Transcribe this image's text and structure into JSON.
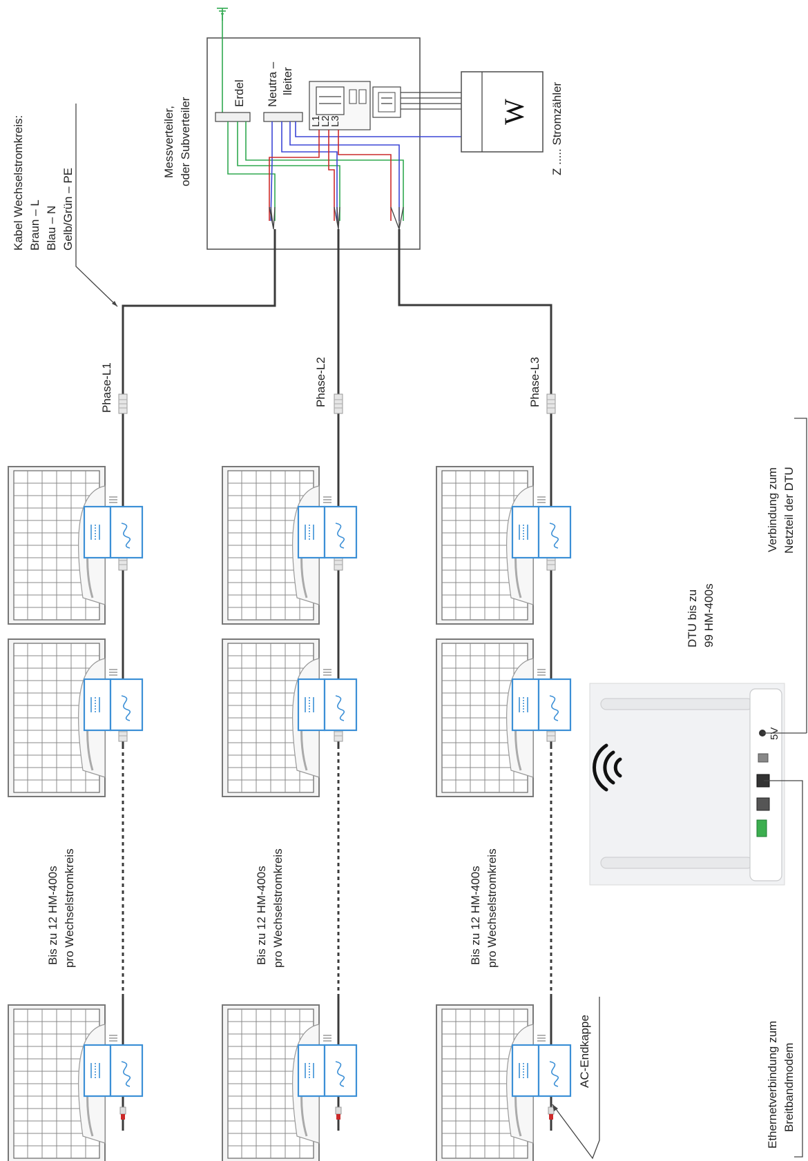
{
  "labels": {
    "cable_title": "Kabel Wechselstromkreis:",
    "cable_brown": "Braun – L",
    "cable_blue": "Blau – N",
    "cable_pe": "Gelb/Grün – PE",
    "distributor_1": "Messverteiler,",
    "distributor_2": "oder Subverteiler",
    "earth": "Erdel",
    "neutral_1": "Neutra –",
    "neutral_2": "lleiter",
    "meter_symbol": "W",
    "meter_label": "Z ..... Stromzähler",
    "phase_l1": "Phase-L1",
    "phase_l2": "Phase-L2",
    "phase_l3": "Phase-L3",
    "string_1": "Bis zu 12 HM-400s",
    "string_2": "pro Wechselstromkreis",
    "dtu_1": "DTU bis zu",
    "dtu_2": "99 HM-400s",
    "dtu_conn_1": "Verbindung zum",
    "dtu_conn_2": "Netzteil der DTU",
    "ethernet_1": "Ethernetverbindung zum",
    "ethernet_2": "Breitbandmodem",
    "ac_endcap": "AC-Endkappe",
    "port_5v": "5V",
    "terminal_l1": "L1",
    "terminal_l2": "L2",
    "terminal_l3": "L3"
  },
  "colors": {
    "ac_cable": "#3a3a3a",
    "pe_wire": "#2fa84f",
    "n_wire": "#3b45d6",
    "l_wire": "#cc2a2a",
    "inverter": "#3b8fd6"
  }
}
